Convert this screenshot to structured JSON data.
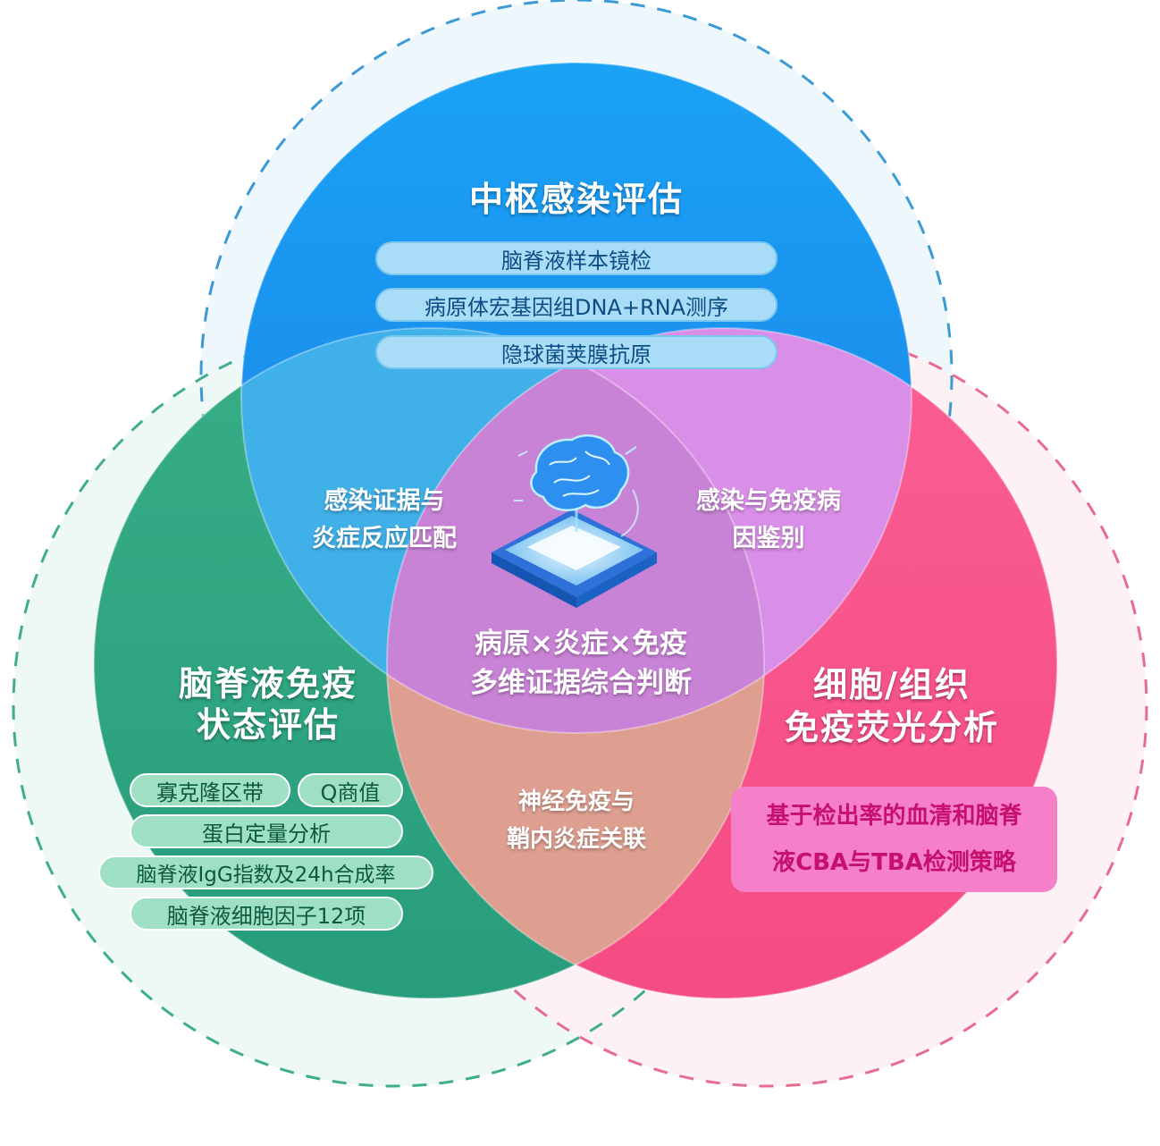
{
  "colors": {
    "blue": "#1f8ff0",
    "green": "#2fa783",
    "pink": "#f7588e",
    "center": "#c983d6"
  },
  "center_icon": "brain-chip-icon",
  "circles": {
    "top": {
      "title": "中枢感染评估",
      "items": [
        "脑脊液样本镜检",
        "病原体宏基因组DNA+RNA测序",
        "隐球菌荚膜抗原"
      ]
    },
    "left": {
      "title_line1": "脑脊液免疫",
      "title_line2": "状态评估",
      "items": [
        "寡克隆区带",
        "Q商值",
        "蛋白定量分析",
        "脑脊液IgG指数及24h合成率",
        "脑脊液细胞因子12项"
      ]
    },
    "right": {
      "title_line1": "细胞/组织",
      "title_line2": "免疫荧光分析",
      "box_line1": "基于检出率的血清和脑脊",
      "box_line2": "液CBA与TBA检测策略"
    }
  },
  "overlaps": {
    "top_left_line1": "感染证据与",
    "top_left_line2": "炎症反应匹配",
    "top_right_line1": "感染与免疫病",
    "top_right_line2": "因鉴别",
    "left_right_line1": "神经免疫与",
    "left_right_line2": "鞘内炎症关联",
    "center_line1": "病原×炎症×免疫",
    "center_line2": "多维证据综合判断"
  }
}
